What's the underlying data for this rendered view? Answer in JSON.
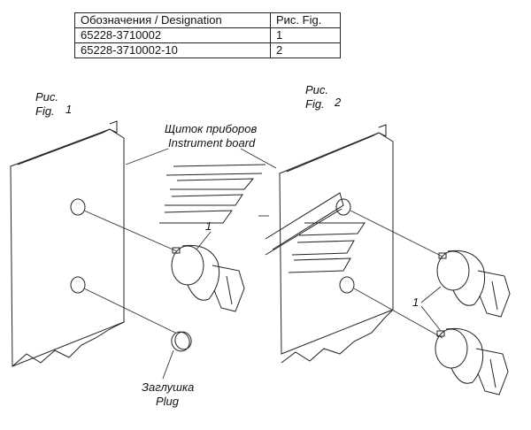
{
  "table": {
    "header": {
      "designation": "Обозначения / Designation",
      "figure": "Рис. Fig."
    },
    "rows": [
      {
        "designation": "65228-3710002",
        "figure": "1"
      },
      {
        "designation": "65228-3710002-10",
        "figure": "2"
      }
    ]
  },
  "figures": {
    "fig1": {
      "label_ru": "Рис.",
      "label_en": "Fig.",
      "number": "1"
    },
    "fig2": {
      "label_ru": "Рис.",
      "label_en": "Fig.",
      "number": "2"
    }
  },
  "callouts": {
    "instrument_board": {
      "ru": "Щиток приборов",
      "en": "Instrument board"
    },
    "plug": {
      "ru": "Заглушка",
      "en": "Plug"
    },
    "switch_fig1": "1",
    "switch_fig2": "1"
  }
}
